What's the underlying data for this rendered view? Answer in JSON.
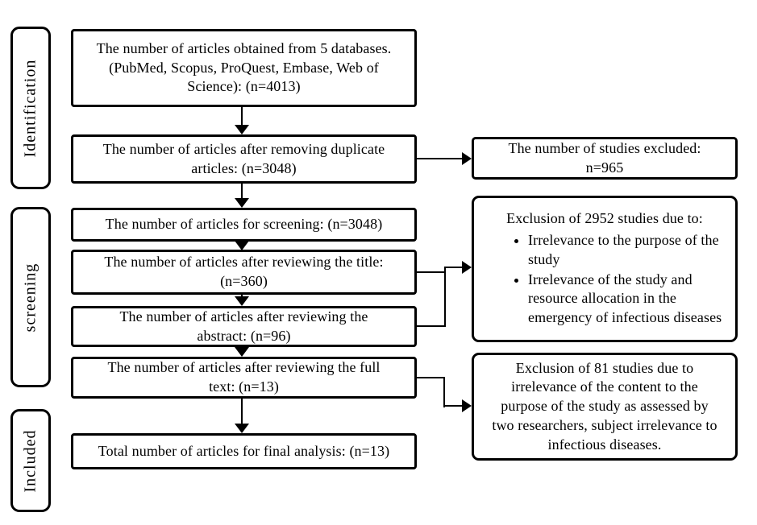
{
  "stages": {
    "identification": "Identification",
    "screening": "screening",
    "included": "Included"
  },
  "flow": {
    "databases": {
      "n": 4013,
      "lines": [
        "The number of articles obtained from 5 databases.",
        "(PubMed, Scopus, ProQuest, Embase, Web of",
        "Science): (n=4013)"
      ]
    },
    "deduplicated": {
      "n": 3048,
      "lines": [
        "The number of articles after removing duplicate",
        "articles: (n=3048)"
      ]
    },
    "screening": {
      "n": 3048,
      "lines": [
        "The number of articles for screening: (n=3048)"
      ]
    },
    "title_review": {
      "n": 360,
      "lines": [
        "The number of articles after reviewing the title:",
        "(n=360)"
      ]
    },
    "abstract_review": {
      "n": 96,
      "lines": [
        "The number of articles after reviewing the",
        "abstract: (n=96)"
      ]
    },
    "fulltext_review": {
      "n": 13,
      "lines": [
        "The number of articles after reviewing the full",
        "text: (n=13)"
      ]
    },
    "final": {
      "n": 13,
      "lines": [
        "Total number of articles for final analysis: (n=13)"
      ]
    }
  },
  "exclusions": {
    "duplicates": {
      "n": 965,
      "lines": [
        "The number of studies excluded:",
        "n=965"
      ]
    },
    "screening": {
      "n": 2952,
      "heading": "Exclusion of 2952 studies due to:",
      "bullets": [
        "Irrelevance to the purpose of the study",
        "Irrelevance of the study and resource allocation in the emergency of infectious diseases"
      ]
    },
    "fulltext": {
      "n": 81,
      "lines": [
        "Exclusion of 81 studies due to",
        "irrelevance of the content to the",
        "purpose of the study as assessed by",
        "two researchers, subject irrelevance to",
        "infectious diseases."
      ]
    }
  },
  "colors": {
    "border": "#000000",
    "background": "#ffffff",
    "text": "#000000"
  }
}
